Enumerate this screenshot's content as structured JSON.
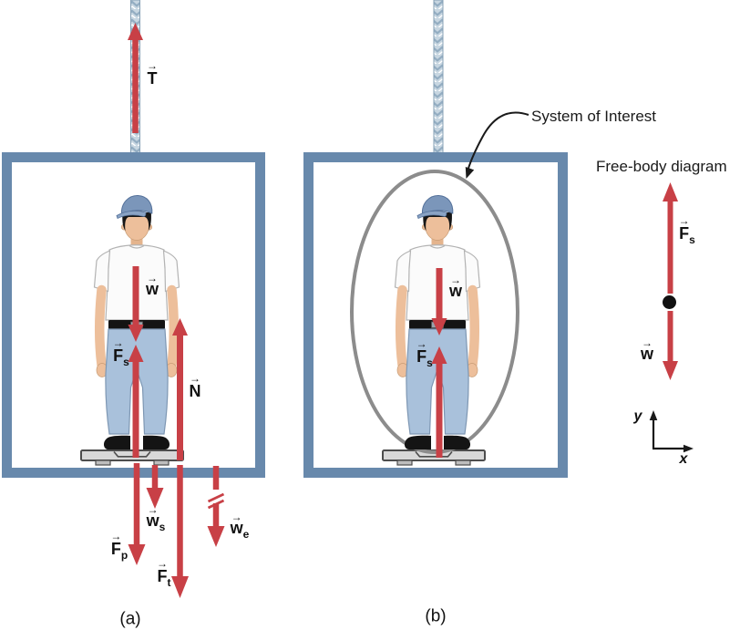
{
  "notation": {
    "vector_mark": "→"
  },
  "panel_a": {
    "caption": "(a)",
    "labels": {
      "tension": {
        "letter": "T",
        "sub": ""
      },
      "weight": {
        "letter": "w",
        "sub": ""
      },
      "scale_force": {
        "letter": "F",
        "sub": "s"
      },
      "normal_force": {
        "letter": "N",
        "sub": ""
      },
      "person_on_scale_force": {
        "letter": "F",
        "sub": "p"
      },
      "scale_weight": {
        "letter": "w",
        "sub": "s"
      },
      "total_load_force": {
        "letter": "F",
        "sub": "t"
      },
      "elevator_weight": {
        "letter": "w",
        "sub": "e"
      }
    }
  },
  "panel_b": {
    "caption": "(b)",
    "annotation": "System of Interest",
    "labels": {
      "weight": {
        "letter": "w",
        "sub": ""
      },
      "scale_force": {
        "letter": "F",
        "sub": "s"
      }
    }
  },
  "free_body_diagram": {
    "title": "Free-body diagram",
    "labels": {
      "scale_force": {
        "letter": "F",
        "sub": "s"
      },
      "weight": {
        "letter": "w",
        "sub": ""
      }
    },
    "axes": {
      "x_label": "x",
      "y_label": "y"
    }
  },
  "colors": {
    "arrow_red": "#c84046",
    "box_border_blue": "#6889ac",
    "ellipse_gray": "#8c8c8c",
    "cable_blue": "#c7d6e1"
  }
}
